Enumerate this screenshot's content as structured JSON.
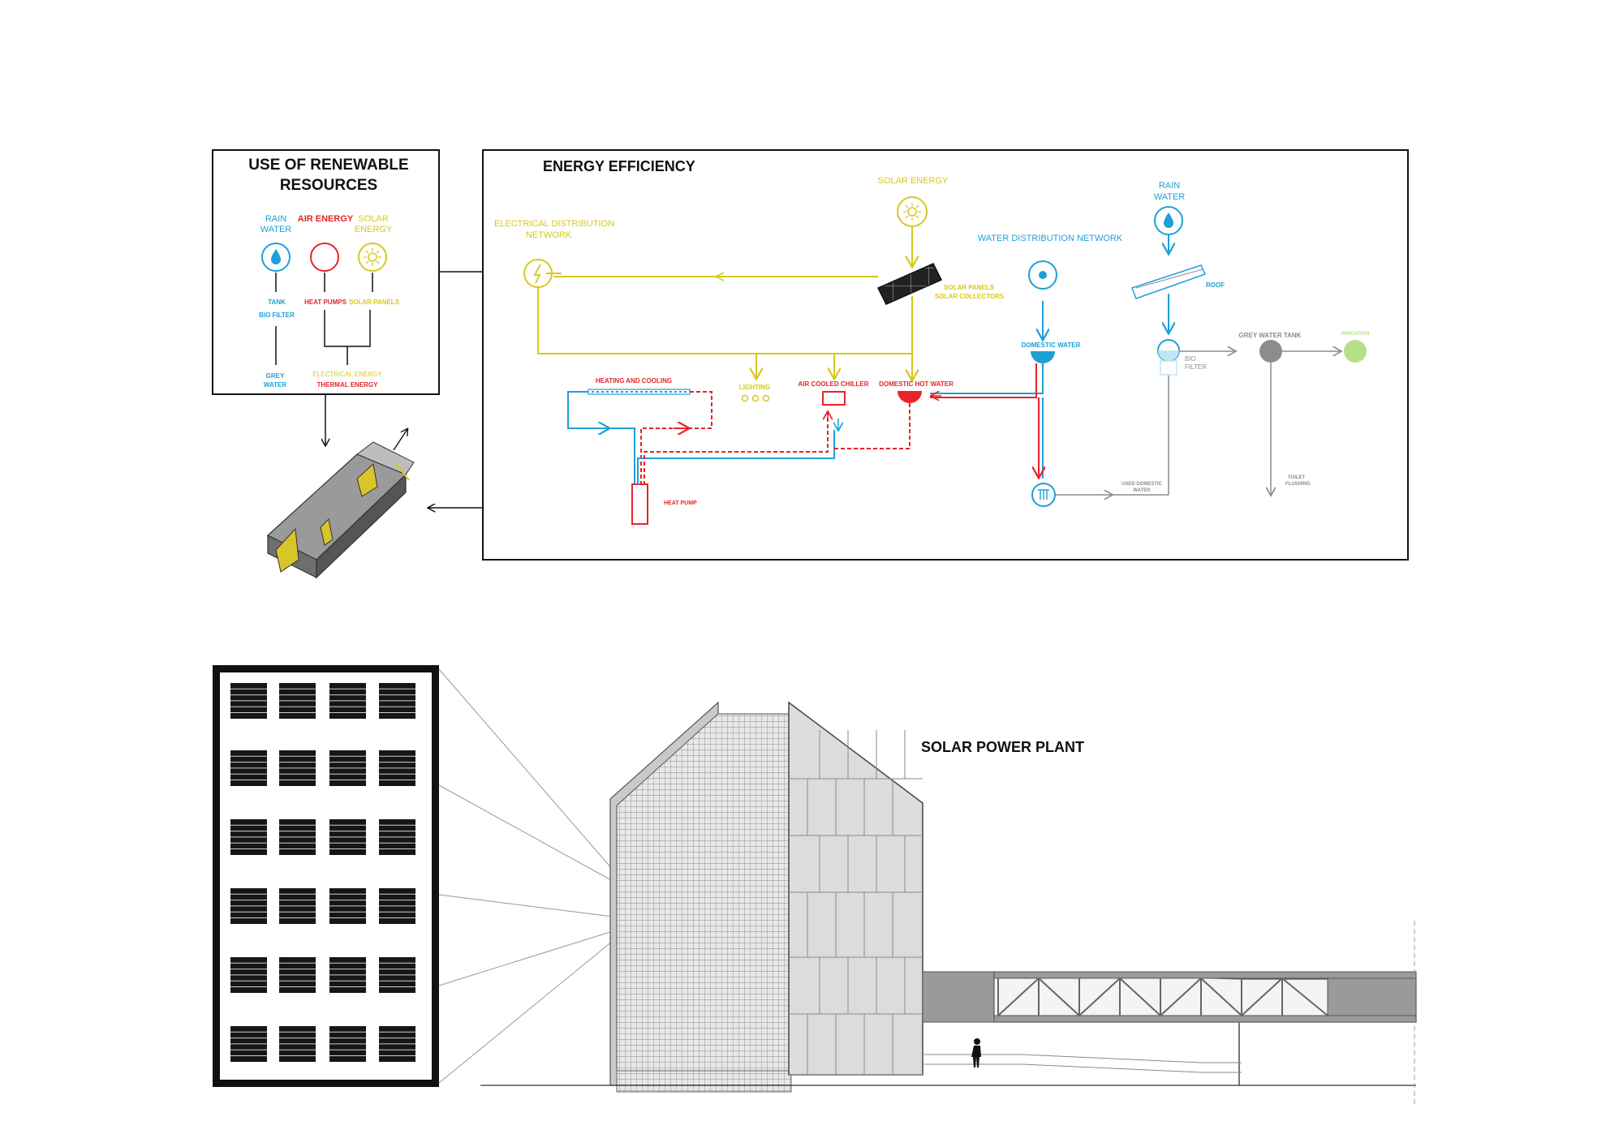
{
  "renewable": {
    "title_line1": "USE OF RENEWABLE",
    "title_line2": "RESOURCES",
    "rain_water_l1": "RAIN",
    "rain_water_l2": "WATER",
    "air_energy": "AIR ENERGY",
    "solar_energy_l1": "SOLAR",
    "solar_energy_l2": "ENERGY",
    "tank": "TANK",
    "bio_filter": "BIO FILTER",
    "heat_pumps": "HEAT PUMPS",
    "solar_panels": "SOLAR PANELS",
    "grey_water_l1": "GREY",
    "grey_water_l2": "WATER",
    "electrical_energy": "ELECTRICAL ENERGY",
    "thermal_energy": "THERMAL ENERGY"
  },
  "efficiency": {
    "title": "ENERGY EFFICIENCY",
    "solar_energy": "SOLAR ENERGY",
    "electrical_network_l1": "ELECTRICAL DISTRIBUTION",
    "electrical_network_l2": "NETWORK",
    "solar_panels": "SOLAR PANELS",
    "solar_collectors": "SOLAR COLLECTORS",
    "water_network": "WATER DISTRIBUTION NETWORK",
    "rain_water_l1": "RAIN",
    "rain_water_l2": "WATER",
    "roof": "ROOF",
    "domestic_water": "DOMESTIC WATER",
    "bio_filter_l1": "BIO",
    "bio_filter_l2": "FILTER",
    "grey_water_tank": "GREY WATER TANK",
    "irrigation": "IRRIGATION",
    "heating_cooling": "HEATING AND COOLING",
    "lighting": "LIGHTING",
    "air_cooled_chiller": "AIR COOLED CHILLER",
    "domestic_hot_water": "DOMESTIC HOT WATER",
    "heat_pump": "HEAT PUMP",
    "used_domestic_l1": "USED DOMESTIC",
    "used_domestic_l2": "WATER",
    "toilet_l1": "TOILET",
    "toilet_l2": "FLUSHING"
  },
  "plant": {
    "title": "SOLAR POWER PLANT"
  },
  "colors": {
    "blue": "#1ea0d6",
    "red": "#e8232a",
    "yellow": "#d6c81c",
    "grey": "#8c8c8c",
    "green": "#b8de8a"
  }
}
